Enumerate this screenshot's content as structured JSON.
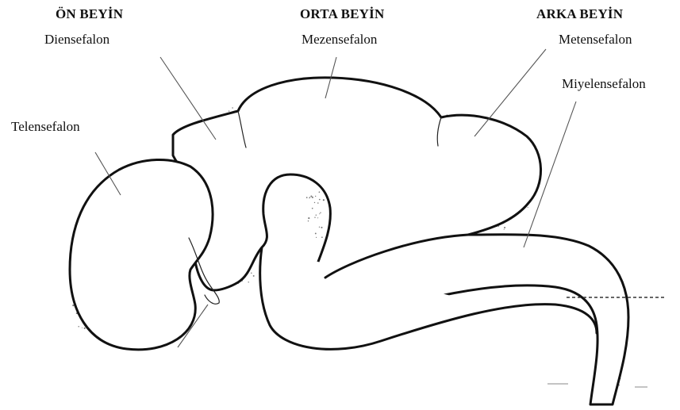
{
  "sections": {
    "forebrain": "ÖN BEYİN",
    "midbrain": "ORTA BEYİN",
    "hindbrain": "ARKA BEYİN"
  },
  "regions": {
    "diencephalon": "Diensefalon",
    "mesencephalon": "Mezensefalon",
    "metencephalon": "Metensefalon",
    "myelencephalon": "Miyelensefalon",
    "telencephalon": "Telensefalon"
  },
  "colors": {
    "outline": "#111111",
    "leader": "#555555",
    "stipple": "#777777",
    "background": "#ffffff"
  }
}
